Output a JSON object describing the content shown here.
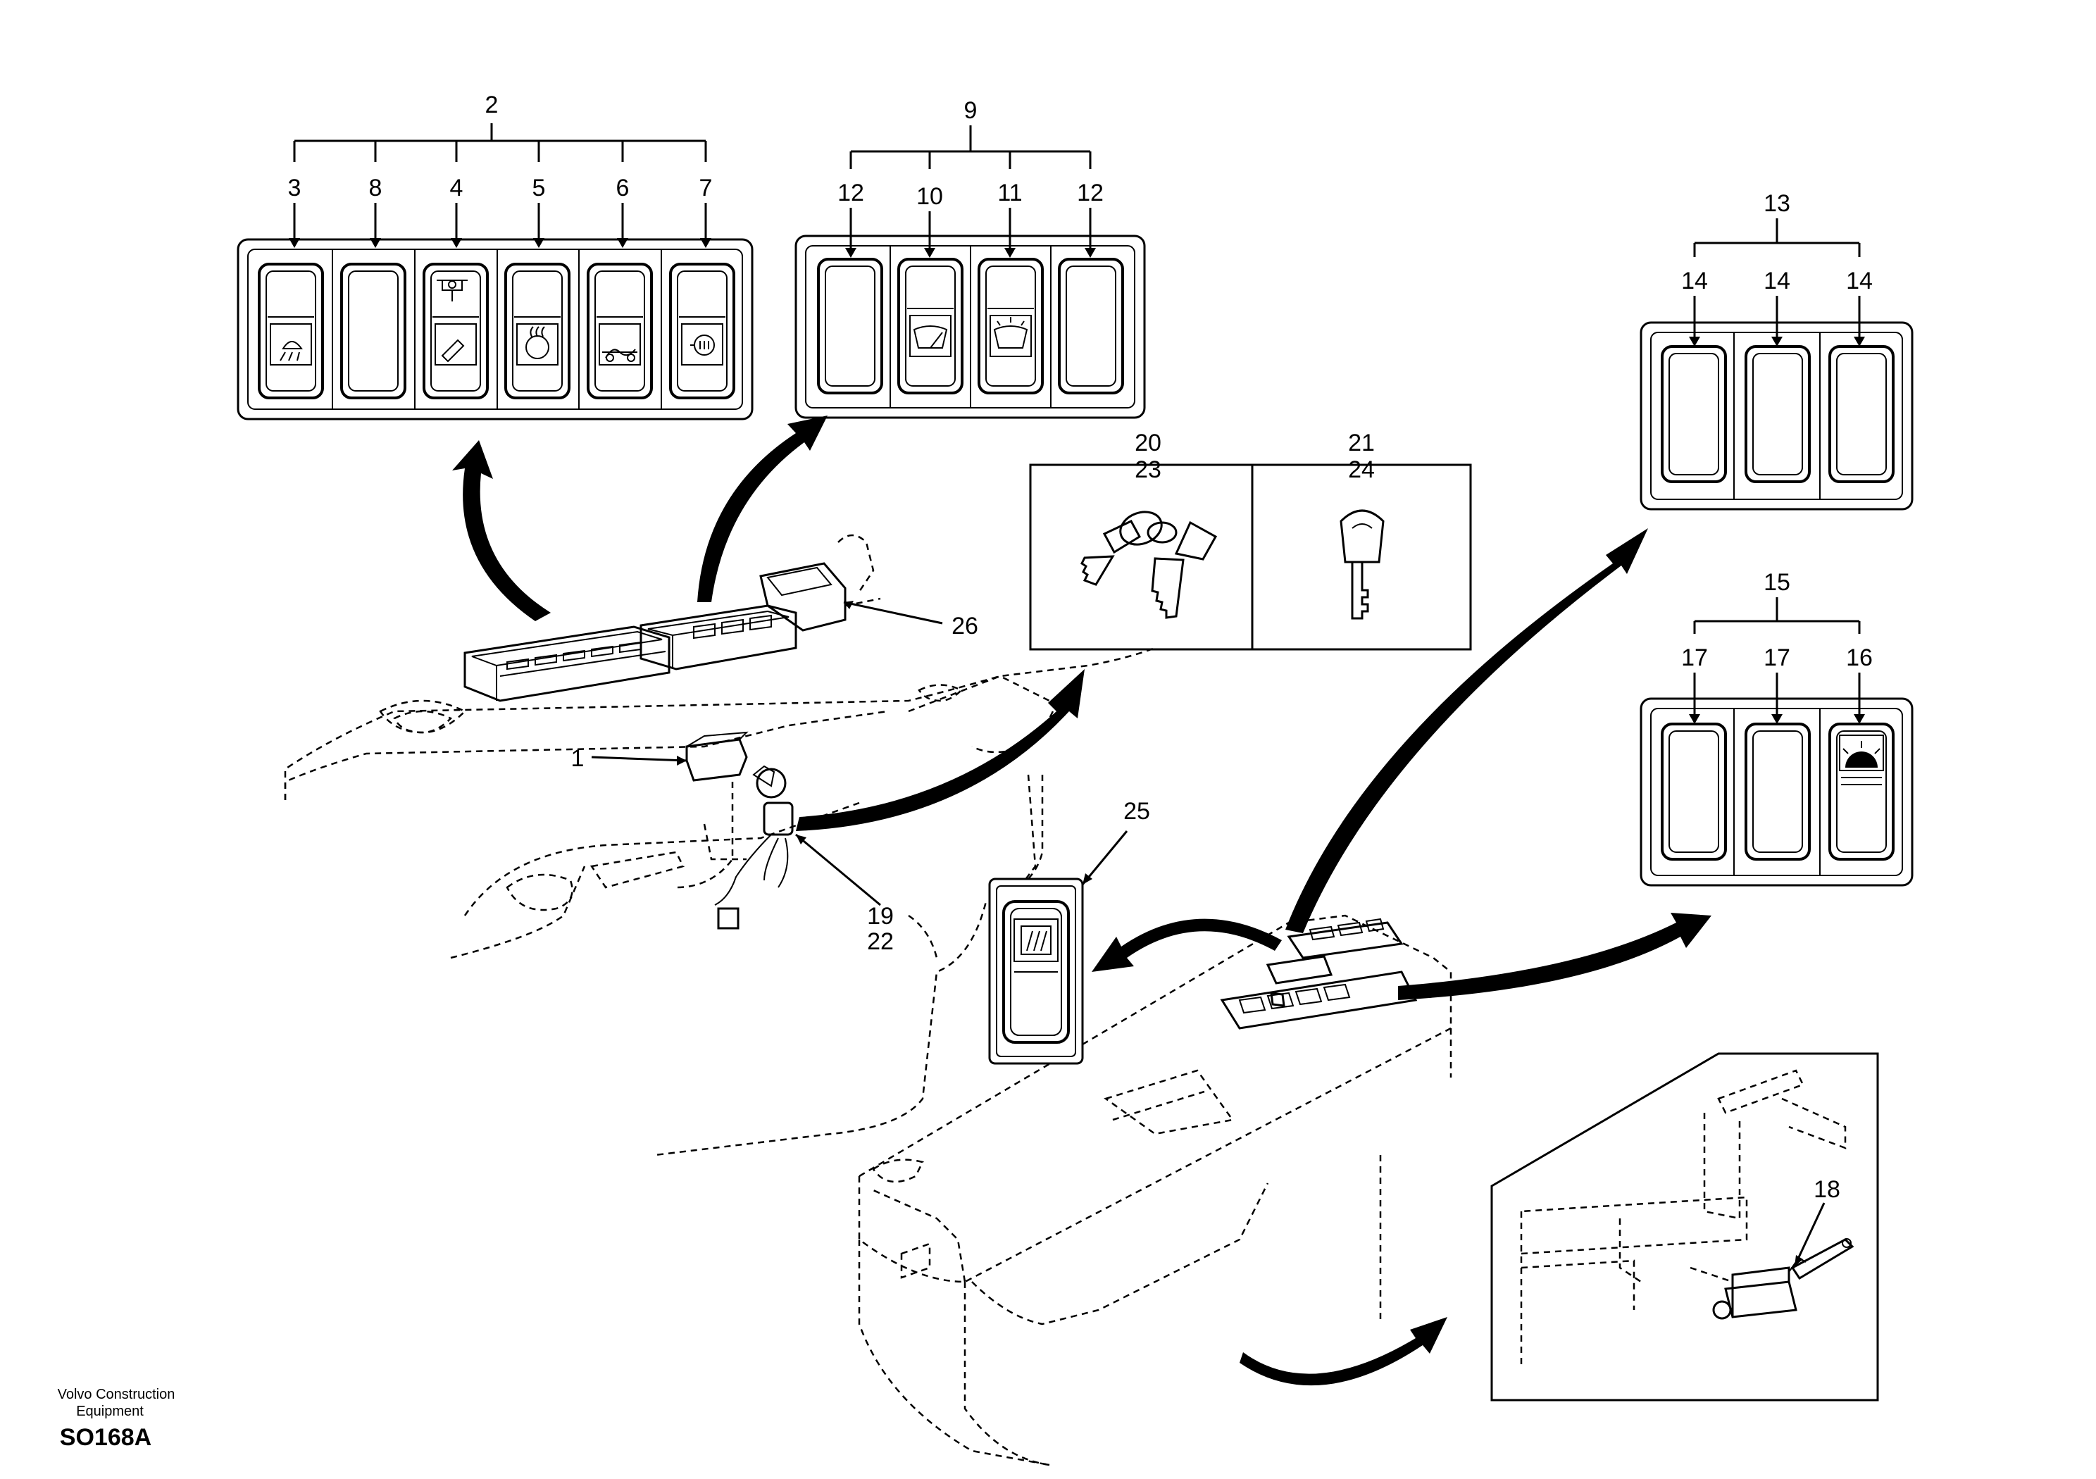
{
  "callouts": {
    "c1": "1",
    "c2": "2",
    "c3": "3",
    "c4": "4",
    "c5": "5",
    "c6": "6",
    "c7": "7",
    "c8": "8",
    "c9": "9",
    "c10": "10",
    "c11": "11",
    "c12a": "12",
    "c12b": "12",
    "c13": "13",
    "c14a": "14",
    "c14b": "14",
    "c14c": "14",
    "c15": "15",
    "c16": "16",
    "c17a": "17",
    "c17b": "17",
    "c18": "18",
    "c19": "19",
    "c20": "20",
    "c21": "21",
    "c22": "22",
    "c23": "23",
    "c24": "24",
    "c25": "25",
    "c26": "26"
  },
  "footer": {
    "company_line1": "Volvo Construction",
    "company_line2": "Equipment",
    "code": "SO168A"
  },
  "icons": [
    "work-light-icon",
    "hydraulic-hammer-icon",
    "engine-preheat-icon",
    "travel-alarm-icon",
    "fuel-filter-icon",
    "wiper-icon",
    "washer-icon",
    "beacon-icon",
    "rear-defroster-icon",
    "ignition-key-icon",
    "key-icon"
  ]
}
